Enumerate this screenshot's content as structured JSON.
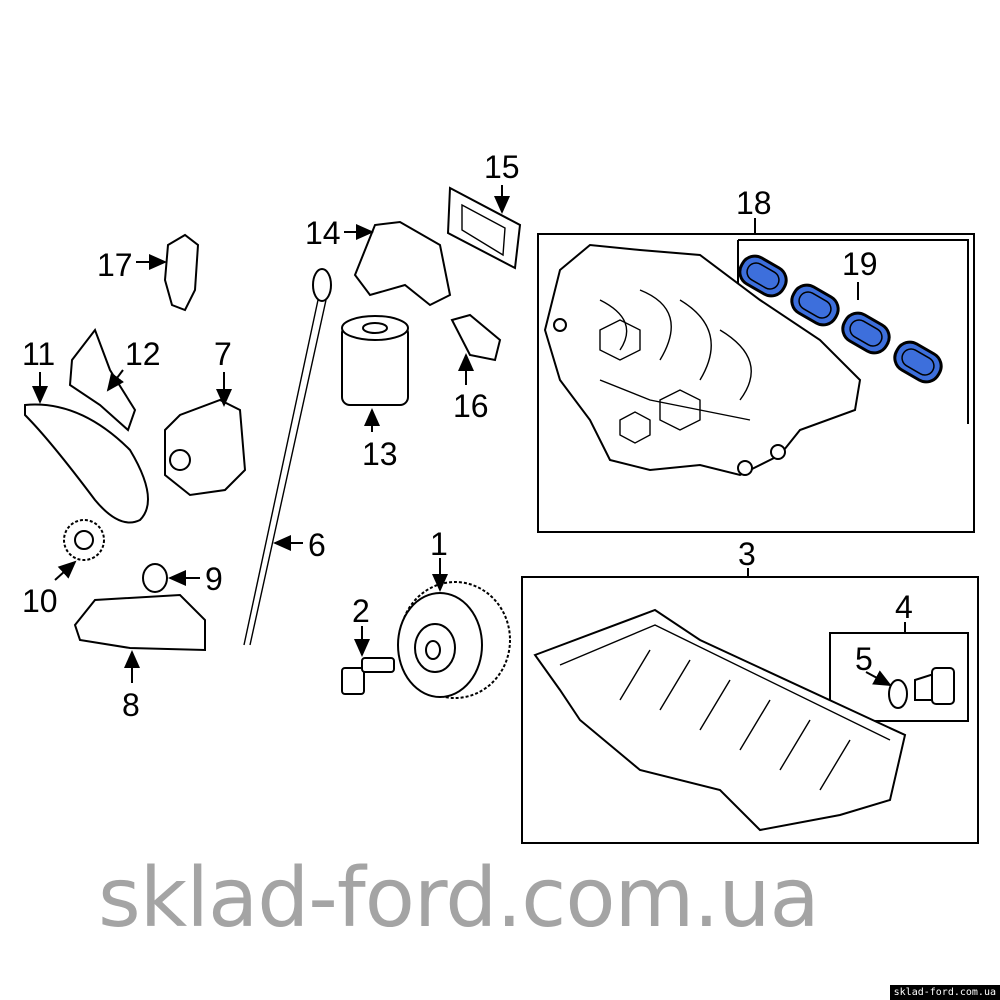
{
  "diagram": {
    "callouts": {
      "c1": "1",
      "c2": "2",
      "c3": "3",
      "c4": "4",
      "c5": "5",
      "c6": "6",
      "c7": "7",
      "c8": "8",
      "c9": "9",
      "c10": "10",
      "c11": "11",
      "c12": "12",
      "c13": "13",
      "c14": "14",
      "c15": "15",
      "c16": "16",
      "c17": "17",
      "c18": "18",
      "c19": "19"
    },
    "highlight_color": "#3d6fdc"
  },
  "watermark": "sklad-ford.com.ua",
  "footer_tag": "sklad-ford.com.ua"
}
